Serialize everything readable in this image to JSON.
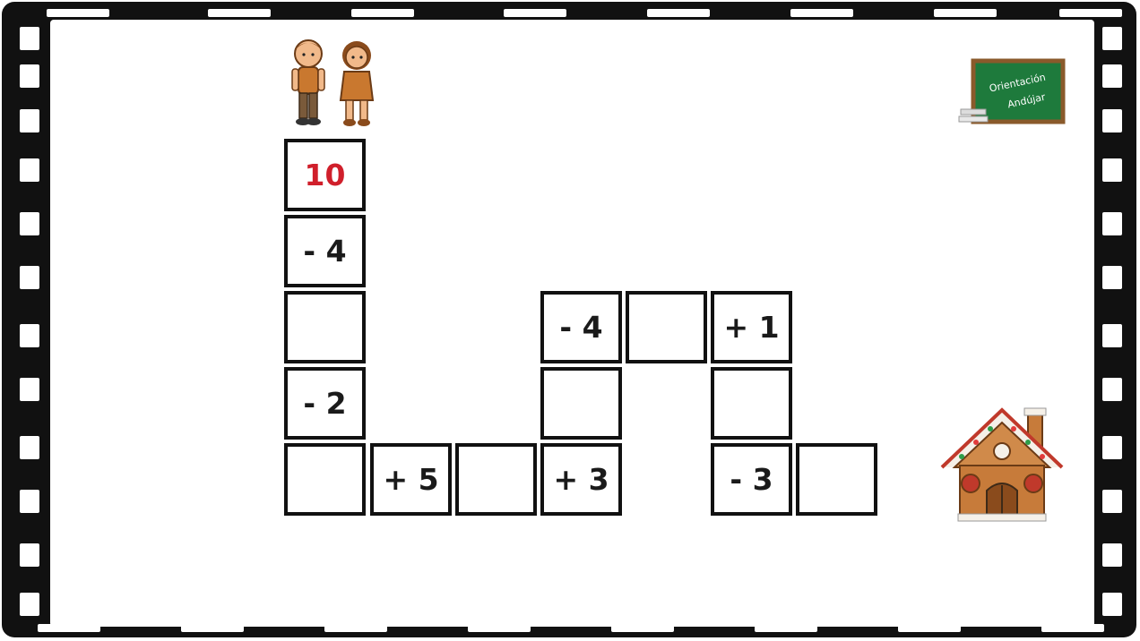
{
  "board": {
    "cells": [
      {
        "id": "c1",
        "label": "10",
        "kind": "start"
      },
      {
        "id": "c2",
        "label": "- 4",
        "kind": "op"
      },
      {
        "id": "c3",
        "label": "",
        "kind": "answer"
      },
      {
        "id": "c4",
        "label": "- 2",
        "kind": "op"
      },
      {
        "id": "c5",
        "label": "",
        "kind": "answer"
      },
      {
        "id": "c6",
        "label": "+ 5",
        "kind": "op"
      },
      {
        "id": "c7",
        "label": "",
        "kind": "answer"
      },
      {
        "id": "c8",
        "label": "+ 3",
        "kind": "op"
      },
      {
        "id": "c9",
        "label": "",
        "kind": "answer"
      },
      {
        "id": "c10",
        "label": "- 4",
        "kind": "op"
      },
      {
        "id": "c11",
        "label": "",
        "kind": "answer"
      },
      {
        "id": "c12",
        "label": "+ 1",
        "kind": "op"
      },
      {
        "id": "c13",
        "label": "",
        "kind": "answer"
      },
      {
        "id": "c14",
        "label": "- 3",
        "kind": "op"
      },
      {
        "id": "c15",
        "label": "",
        "kind": "answer"
      }
    ]
  },
  "logo": {
    "line1": "Orientación",
    "line2": "Andújar"
  },
  "colors": {
    "start_number": "#d01f2b",
    "grid_line": "#111111",
    "chalkboard": "#1e7a3c",
    "frame": "#111111"
  },
  "icons": {
    "start": "children-icon",
    "goal": "gingerbread-house-icon",
    "brand": "chalkboard-logo-icon"
  }
}
